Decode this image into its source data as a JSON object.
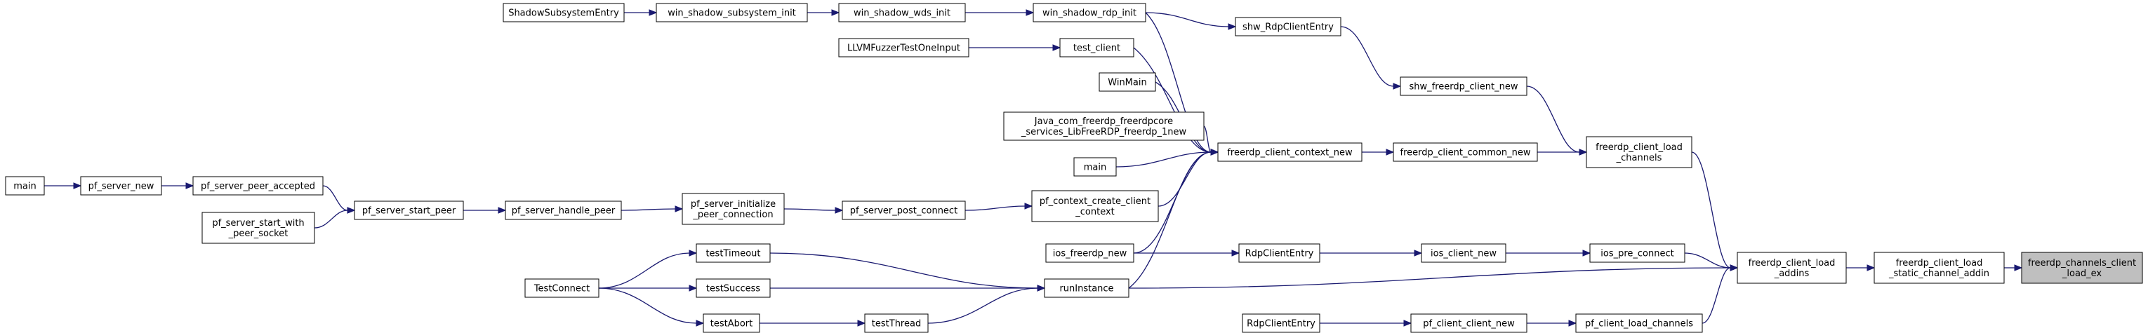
{
  "title": "",
  "colors": {
    "edge": "#191970",
    "node_border": "#000000",
    "node_fill": "#ffffff",
    "current_fill": "#bfbfbf"
  },
  "nodes": [
    {
      "id": "n_shadow_entry",
      "lines": [
        "ShadowSubsystemEntry"
      ]
    },
    {
      "id": "n_win_shadow_subsys",
      "lines": [
        "win_shadow_subsystem_init"
      ]
    },
    {
      "id": "n_win_shadow_wds",
      "lines": [
        "win_shadow_wds_init"
      ]
    },
    {
      "id": "n_win_shadow_rdp",
      "lines": [
        "win_shadow_rdp_init"
      ]
    },
    {
      "id": "n_shw_entry",
      "lines": [
        "shw_RdpClientEntry"
      ]
    },
    {
      "id": "n_shw_new",
      "lines": [
        "shw_freerdp_client_new"
      ]
    },
    {
      "id": "n_llvm",
      "lines": [
        "LLVMFuzzerTestOneInput"
      ]
    },
    {
      "id": "n_test_client",
      "lines": [
        "test_client"
      ]
    },
    {
      "id": "n_winmain",
      "lines": [
        "WinMain"
      ]
    },
    {
      "id": "n_java",
      "lines": [
        "Java_com_freerdp_freerdpcore",
        "_services_LibFreeRDP_freerdp_1new"
      ]
    },
    {
      "id": "n_main2",
      "lines": [
        "main"
      ]
    },
    {
      "id": "n_ctx_new",
      "lines": [
        "freerdp_client_context_new"
      ]
    },
    {
      "id": "n_common_new",
      "lines": [
        "freerdp_client_common_new"
      ]
    },
    {
      "id": "n_load_channels",
      "lines": [
        "freerdp_client_load",
        "_channels"
      ]
    },
    {
      "id": "n_main1",
      "lines": [
        "main"
      ]
    },
    {
      "id": "n_pf_server_new",
      "lines": [
        "pf_server_new"
      ]
    },
    {
      "id": "n_peer_accepted",
      "lines": [
        "pf_server_peer_accepted"
      ]
    },
    {
      "id": "n_start_with_socket",
      "lines": [
        "pf_server_start_with",
        "_peer_socket"
      ]
    },
    {
      "id": "n_start_peer",
      "lines": [
        "pf_server_start_peer"
      ]
    },
    {
      "id": "n_handle_peer",
      "lines": [
        "pf_server_handle_peer"
      ]
    },
    {
      "id": "n_init_peer_conn",
      "lines": [
        "pf_server_initialize",
        "_peer_connection"
      ]
    },
    {
      "id": "n_post_connect",
      "lines": [
        "pf_server_post_connect"
      ]
    },
    {
      "id": "n_ctx_create",
      "lines": [
        "pf_context_create_client",
        "_context"
      ]
    },
    {
      "id": "n_ios_freerdp_new",
      "lines": [
        "ios_freerdp_new"
      ]
    },
    {
      "id": "n_rdpclient_entry1",
      "lines": [
        "RdpClientEntry"
      ]
    },
    {
      "id": "n_ios_client_new",
      "lines": [
        "ios_client_new"
      ]
    },
    {
      "id": "n_ios_pre_connect",
      "lines": [
        "ios_pre_connect"
      ]
    },
    {
      "id": "n_test_timeout",
      "lines": [
        "testTimeout"
      ]
    },
    {
      "id": "n_test_connect",
      "lines": [
        "TestConnect"
      ]
    },
    {
      "id": "n_test_success",
      "lines": [
        "testSuccess"
      ]
    },
    {
      "id": "n_run_instance",
      "lines": [
        "runInstance"
      ]
    },
    {
      "id": "n_test_abort",
      "lines": [
        "testAbort"
      ]
    },
    {
      "id": "n_test_thread",
      "lines": [
        "testThread"
      ]
    },
    {
      "id": "n_load_addins",
      "lines": [
        "freerdp_client_load",
        "_addins"
      ]
    },
    {
      "id": "n_static_addin",
      "lines": [
        "freerdp_client_load",
        "_static_channel_addin"
      ]
    },
    {
      "id": "n_channels_ex",
      "lines": [
        "freerdp_channels_client",
        "_load_ex"
      ],
      "current": true
    },
    {
      "id": "n_rdpclient_entry2",
      "lines": [
        "RdpClientEntry"
      ]
    },
    {
      "id": "n_pf_client_new",
      "lines": [
        "pf_client_client_new"
      ]
    },
    {
      "id": "n_pf_load_channels",
      "lines": [
        "pf_client_load_channels"
      ]
    }
  ]
}
